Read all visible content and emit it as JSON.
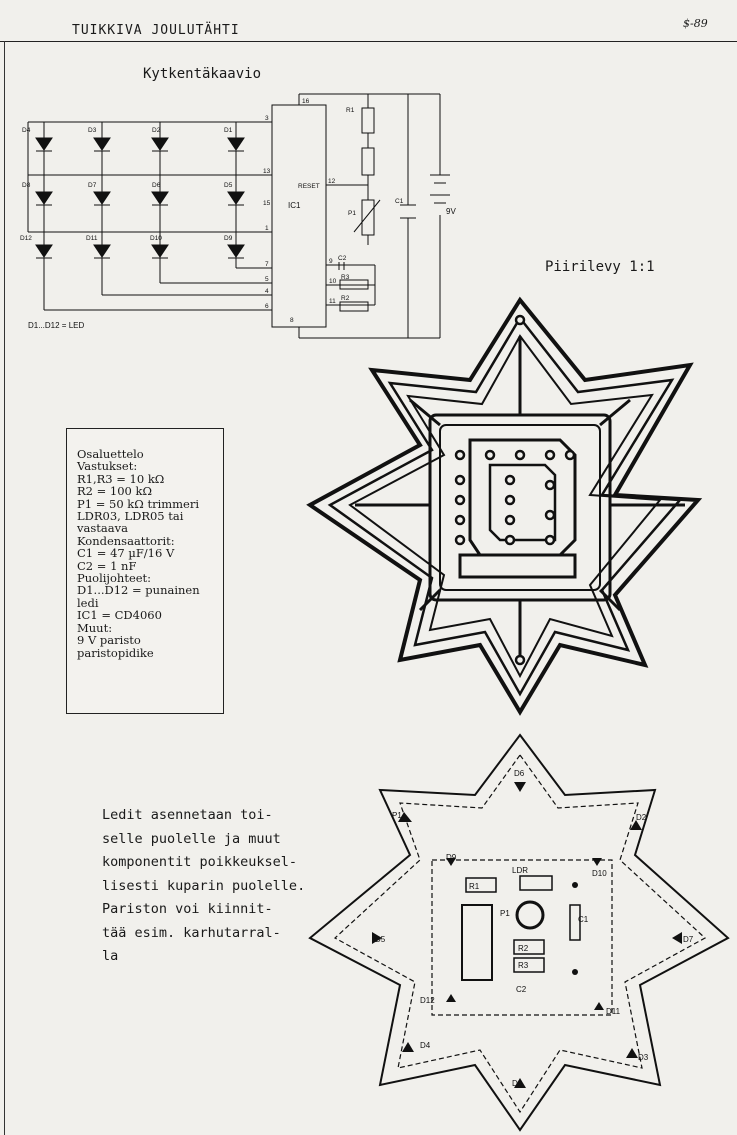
{
  "header": {
    "title": "TUIKKIVA JOULUTÄHTI",
    "page_mark": "$-89"
  },
  "schematic": {
    "heading": "Kytkentäkaavio",
    "ic_label": "IC1",
    "reset_label": "RESET",
    "legend": "D1...D12 = LED",
    "battery_label": "9V",
    "led_labels": [
      "D4",
      "D3",
      "D2",
      "D1",
      "D8",
      "D7",
      "D6",
      "D5",
      "D12",
      "D11",
      "D10",
      "D9"
    ],
    "component_labels": [
      "R1",
      "P1",
      "C1",
      "C2",
      "R3",
      "R2"
    ],
    "pin_numbers": [
      "16",
      "3",
      "12",
      "13",
      "15",
      "1",
      "9",
      "10",
      "11",
      "7",
      "5",
      "4",
      "6",
      "8"
    ]
  },
  "pcb": {
    "heading": "Piirilevy 1:1"
  },
  "parts_list": {
    "lines": [
      "Osaluettelo",
      "Vastukset:",
      "R1,R3 = 10 kΩ",
      "R2 = 100 kΩ",
      "P1 = 50 kΩ trimmeri",
      "LDR03,  LDR05  tai",
      "vastaava",
      "Kondensaattorit:",
      "C1 = 47 µF/16 V",
      "C2 = 1 nF",
      "Puolijohteet:",
      "D1...D12 = punainen",
      "ledi",
      "IC1 = CD4060",
      "Muut:",
      "9 V paristo",
      "paristopidike"
    ]
  },
  "assembly": {
    "labels": [
      "D6",
      "P1",
      "D2",
      "D9",
      "LDR",
      "D10",
      "R1",
      "P1",
      "C1",
      "D5",
      "D7",
      "R2",
      "R3",
      "C2",
      "D12",
      "D11",
      "D4",
      "D3",
      "D8"
    ],
    "note_lines": [
      "Ledit asennetaan toi-",
      "selle puolelle ja muut",
      "komponentit poikkeuksel-",
      "lisesti kuparin puolelle.",
      "Pariston voi kiinnit-",
      "tää esim. karhutarral-",
      "la"
    ]
  }
}
